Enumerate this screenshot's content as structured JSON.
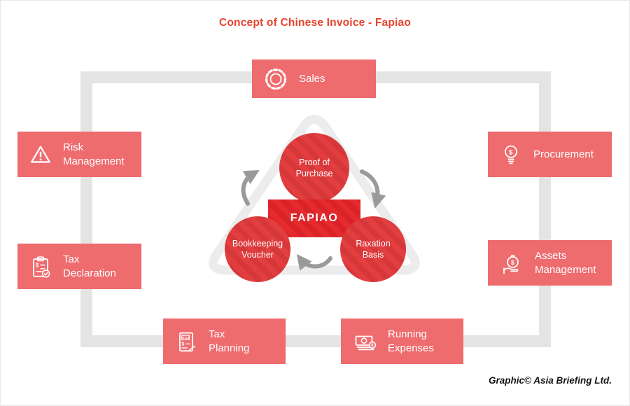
{
  "title": "Concept of Chinese Invoice - Fapiao",
  "credit": "Graphic© Asia Briefing Ltd.",
  "fapiao": {
    "label": "FAPIAO"
  },
  "nodes": {
    "top": {
      "label": "Proof of\nPurchase"
    },
    "left": {
      "label": "Bookkeeping\nVoucher"
    },
    "right": {
      "label": "Raxation\nBasis"
    }
  },
  "boxes": {
    "sales": {
      "label": "Sales"
    },
    "risk_management": {
      "label": "Risk\nManagement"
    },
    "tax_declaration": {
      "label": "Tax\nDeclaration"
    },
    "procurement": {
      "label": "Procurement"
    },
    "assets_management": {
      "label": "Assets\nManagement"
    },
    "tax_planning": {
      "label": "Tax\nPlanning"
    },
    "running_expenses": {
      "label": "Running\nExpenses"
    }
  },
  "icon_glyphs": {
    "dollar": "$",
    "tax": "TAX"
  },
  "colors": {
    "title_red": "#e8432d",
    "box_salmon": "#ee6b6e",
    "circle_red": "#e23a3c",
    "fapiao_red": "#e6262a",
    "frame_gray": "#e4e4e4",
    "triangle_gray": "#ececec",
    "arrow_gray": "#9a9a9a"
  }
}
